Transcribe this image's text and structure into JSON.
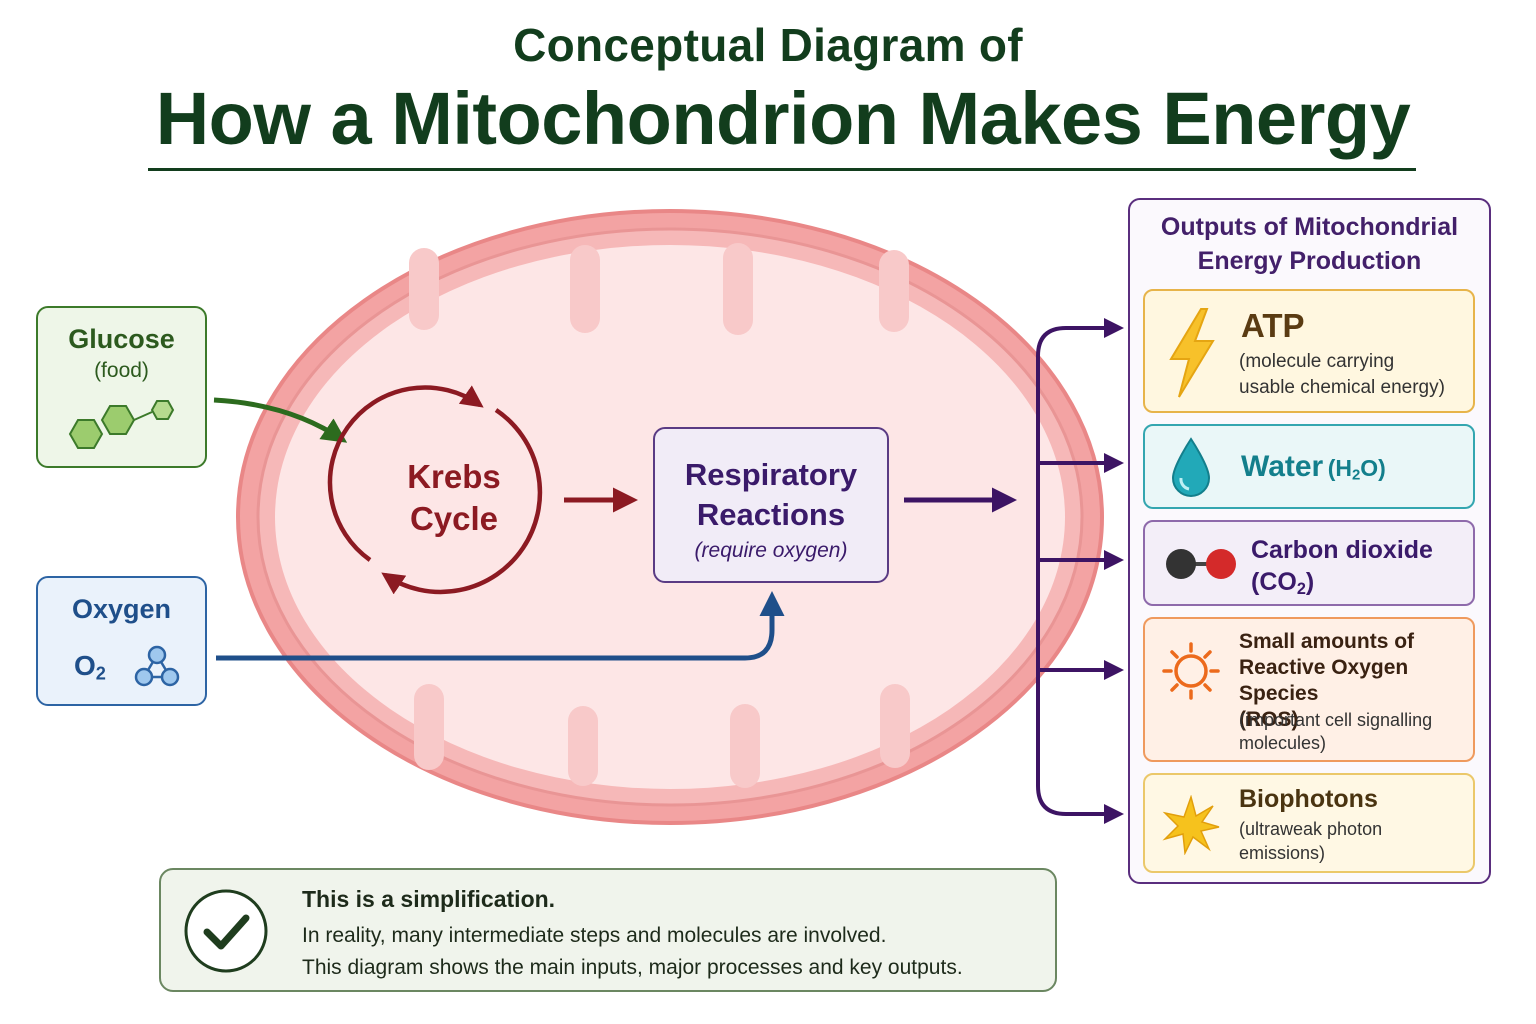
{
  "header": {
    "title_line1": "Conceptual Diagram of",
    "title_line2": "How a Mitochondrion Makes Energy"
  },
  "inputs": {
    "glucose": {
      "title": "Glucose",
      "subtitle": "(food)"
    },
    "oxygen": {
      "title": "Oxygen",
      "formula_main": "O",
      "formula_sub": "2"
    }
  },
  "processes": {
    "krebs": {
      "line1": "Krebs",
      "line2": "Cycle"
    },
    "respiratory": {
      "line1": "Respiratory",
      "line2": "Reactions",
      "note": "(require oxygen)"
    }
  },
  "outputs": {
    "panel_title_line1": "Outputs of Mitochondrial",
    "panel_title_line2": "Energy Production",
    "atp": {
      "title": "ATP",
      "desc_line1": "(molecule carrying",
      "desc_line2": "usable chemical energy)"
    },
    "water": {
      "title": "Water",
      "formula_pre": "(H",
      "formula_sub": "2",
      "formula_post": "O)"
    },
    "co2": {
      "title": "Carbon dioxide",
      "formula_pre": "(CO",
      "formula_sub": "2",
      "formula_post": ")"
    },
    "ros": {
      "line1": "Small amounts of",
      "line2": "Reactive Oxygen Species",
      "line3": "(ROS)",
      "desc_line1": "(important cell signalling",
      "desc_line2": "molecules)"
    },
    "biophotons": {
      "title": "Biophotons",
      "desc_line1": "(ultraweak photon",
      "desc_line2": "emissions)"
    }
  },
  "note": {
    "title": "This is a simplification.",
    "line1": "In reality, many intermediate steps and molecules are involved.",
    "line2": "This diagram shows the main inputs, major processes and key outputs."
  },
  "colors": {
    "title": "#123d1d",
    "membrane": "#ec8f8f",
    "glucose": "#3c7a2a",
    "oxygen": "#1f4f8a",
    "krebs": "#8c1a22",
    "respiratory": "#3a1a6a",
    "outputs": "#5a2e7e"
  },
  "icons": [
    "hexagon-molecule-icon",
    "oxygen-molecule-icon",
    "lightning-bolt-icon",
    "water-drop-icon",
    "co2-molecule-icon",
    "sun-ring-icon",
    "star-burst-icon",
    "checkmark-icon"
  ]
}
